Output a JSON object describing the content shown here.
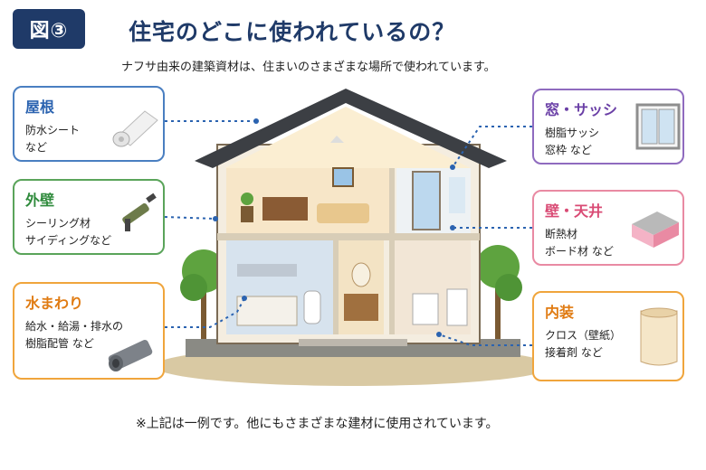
{
  "header": {
    "figure_label": "図③",
    "title": "住宅のどこに使われているの？",
    "subtitle": "ナフサ由来の建築資材は、住まいのさまざまな場所で使われています。"
  },
  "cards": {
    "roof": {
      "title": "屋根",
      "lines": [
        "防水シート",
        "など"
      ],
      "icon": "roll-sheet-icon",
      "color": "#4a7fc1"
    },
    "wall": {
      "title": "外壁",
      "lines": [
        "シーリング材",
        "サイディングなど"
      ],
      "icon": "caulking-gun-icon",
      "color": "#5aa45a"
    },
    "water": {
      "title": "水まわり",
      "lines": [
        "給水・給湯・排水の",
        "樹脂配管 など"
      ],
      "icon": "pipe-icon",
      "color": "#f0a53c"
    },
    "window": {
      "title": "窓・サッシ",
      "lines": [
        "樹脂サッシ",
        "窓枠 など"
      ],
      "icon": "window-frame-icon",
      "color": "#8f6bbf"
    },
    "ceiling": {
      "title": "壁・天井",
      "lines": [
        "断熱材",
        "ボード材 など"
      ],
      "icon": "insulation-board-icon",
      "color": "#e98aa3"
    },
    "interior": {
      "title": "内装",
      "lines": [
        "クロス（壁紙）",
        "接着剤 など"
      ],
      "icon": "wallpaper-roll-icon",
      "color": "#f0a53c"
    }
  },
  "footnote": "※上記は一例です。他にもさまざまな建材に使用されています。"
}
